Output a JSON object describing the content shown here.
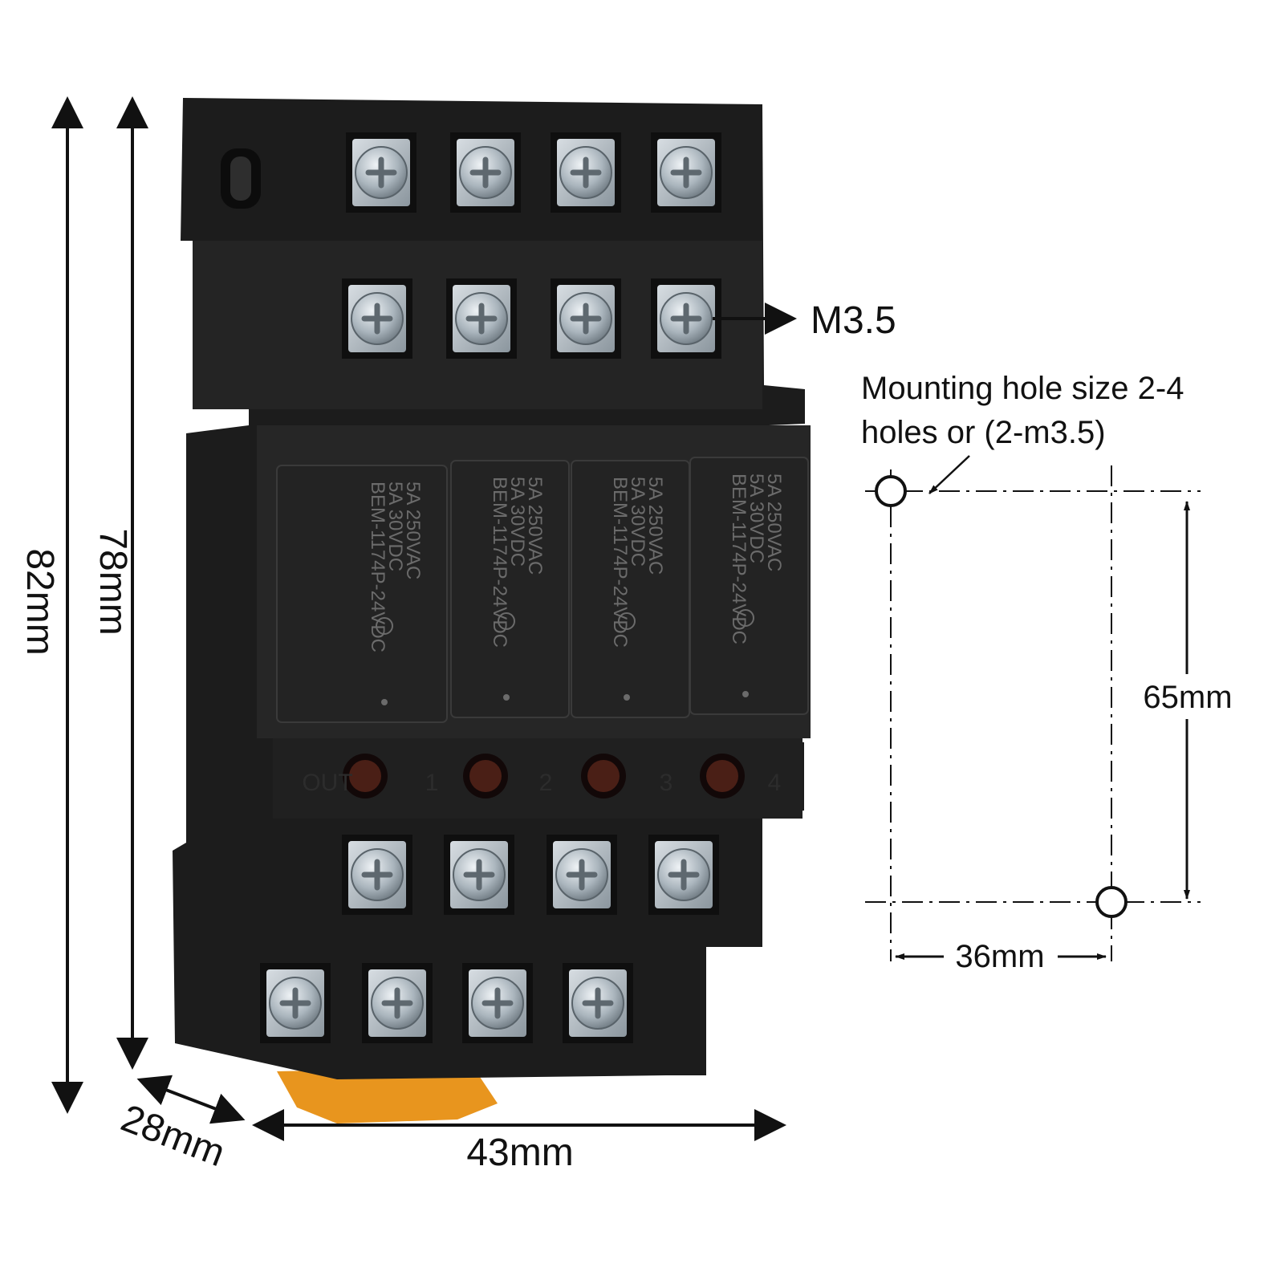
{
  "dimensions": {
    "overall_height": "82mm",
    "body_height": "78mm",
    "width": "43mm",
    "depth": "28mm",
    "screw_size": "M3.5"
  },
  "mounting": {
    "note_line1": "Mounting hole size 2-4",
    "note_line2": "holes or (2-m3.5)",
    "vertical_spacing": "65mm",
    "horizontal_spacing": "36mm"
  },
  "relays": {
    "rating_ac": "5A  250VAC",
    "rating_dc": "5A    30VDC",
    "model": "BEM-1174P-24VDC"
  },
  "socket_labels": [
    "OUT",
    "1",
    "2",
    "3",
    "4"
  ],
  "colors": {
    "socket_body": "#1c1c1c",
    "relay_body": "#232323",
    "terminal_metal": "#b9c3cb",
    "base_clip": "#e8951e",
    "indicator_led": "#4a1f16",
    "line": "#111111"
  }
}
